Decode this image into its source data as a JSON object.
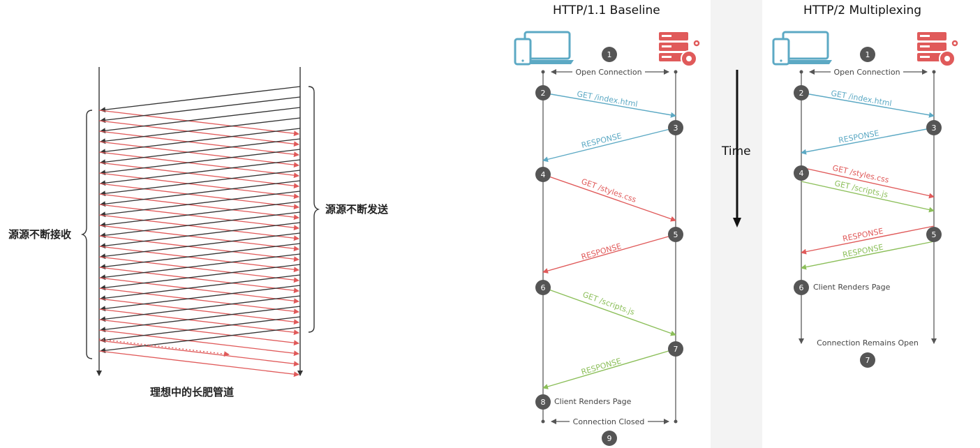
{
  "colors": {
    "red": "#e05a5a",
    "dark": "#333333",
    "blue": "#5ca9c4",
    "green": "#8cbf5a",
    "circle": "#555555",
    "time_band": "#f3f3f3"
  },
  "left_diagram": {
    "receive_label": "源源不断接收",
    "send_label": "源源不断发送",
    "caption": "理想中的长肥管道"
  },
  "time_label": "Time",
  "http1": {
    "title": "HTTP/1.1 Baseline",
    "steps": {
      "s1": "1",
      "s2": "2",
      "s3": "3",
      "s4": "4",
      "s5": "5",
      "s6": "6",
      "s7": "7",
      "s8": "8",
      "s9": "9"
    },
    "open_connection": "Open Connection",
    "get_index": "GET /index.html",
    "response": "RESPONSE",
    "get_styles": "GET /styles.css",
    "get_scripts": "GET /scripts.js",
    "client_renders": "Client Renders Page",
    "connection_closed": "Connection Closed"
  },
  "http2": {
    "title": "HTTP/2 Multiplexing",
    "steps": {
      "s1": "1",
      "s2": "2",
      "s3": "3",
      "s4": "4",
      "s5": "5",
      "s6": "6",
      "s7": "7"
    },
    "open_connection": "Open Connection",
    "get_index": "GET /index.html",
    "response": "RESPONSE",
    "get_styles": "GET /styles.css",
    "get_scripts": "GET /scripts.js",
    "client_renders": "Client Renders Page",
    "connection_remains": "Connection Remains Open"
  }
}
